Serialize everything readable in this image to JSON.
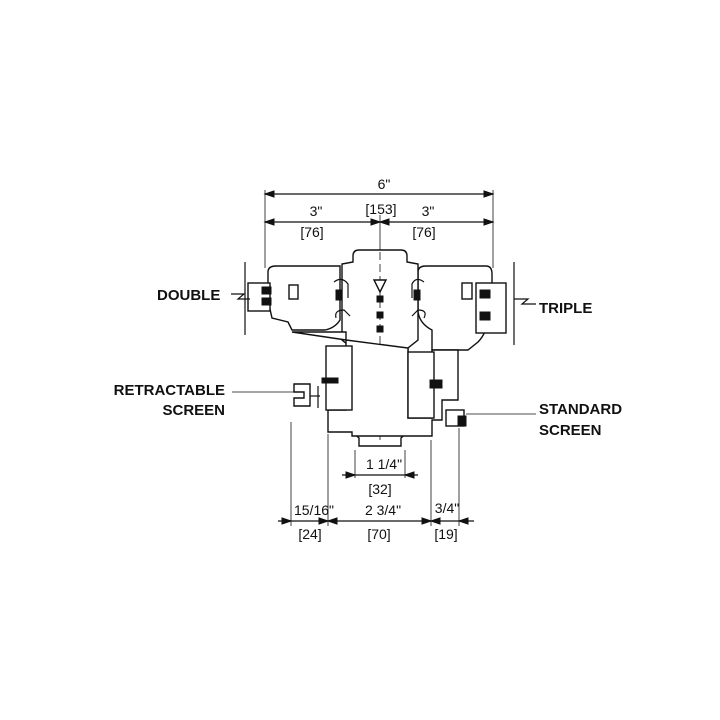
{
  "dimensions": {
    "overall_in": "6\"",
    "overall_mm": "[153]",
    "left_half_in": "3\"",
    "left_half_mm": "[76]",
    "right_half_in": "3\"",
    "right_half_mm": "[76]",
    "center_in": "1 1/4\"",
    "center_mm": "[32]",
    "bottom_left_in": "15/16\"",
    "bottom_left_mm": "[24]",
    "bottom_center_in": "2 3/4\"",
    "bottom_center_mm": "[70]",
    "bottom_right_in": "3/4\"",
    "bottom_right_mm": "[19]"
  },
  "labels": {
    "double": "DOUBLE",
    "triple": "TRIPLE",
    "retractable_line1": "RETRACTABLE",
    "retractable_line2": "SCREEN",
    "standard_line1": "STANDARD",
    "standard_line2": "SCREEN"
  }
}
